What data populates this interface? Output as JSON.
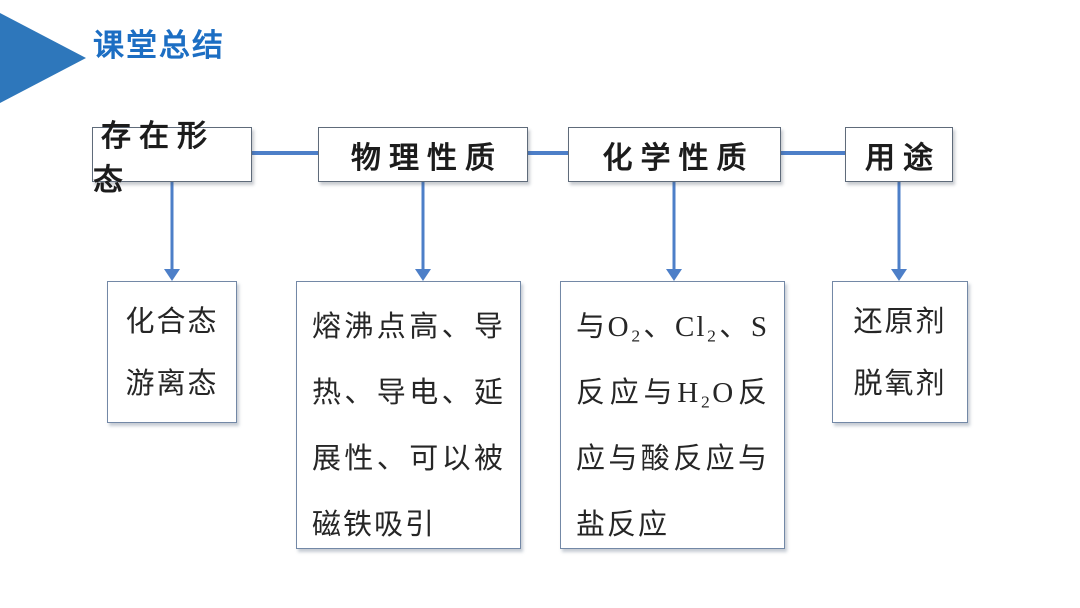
{
  "slide": {
    "title": "课堂总结",
    "colors": {
      "title_blue": "#1c6ec3",
      "triangle_blue": "#2e77bb",
      "connector_blue": "#4d7fc8",
      "header_box_border": "#5f6b7a",
      "detail_box_border": "#7388a6",
      "text_dark": "#262626"
    },
    "icons": {
      "title_triangle": "right-pointing-triangle"
    }
  },
  "flowchart": {
    "columns": [
      {
        "header": "存在形态",
        "detail_lines": [
          "化合态",
          "游离态"
        ]
      },
      {
        "header": "物理性质",
        "detail_lines": [
          "熔沸点高、导",
          "热、导电、延",
          "展性、可以被",
          "磁铁吸引"
        ]
      },
      {
        "header": "化学性质",
        "detail_lines": [
          "与O₂、Cl₂、S",
          "反应与H₂O反",
          "应与酸反应与",
          "盐反应"
        ]
      },
      {
        "header": "用途",
        "detail_lines": [
          "还原剂",
          "脱氧剂"
        ]
      }
    ]
  }
}
